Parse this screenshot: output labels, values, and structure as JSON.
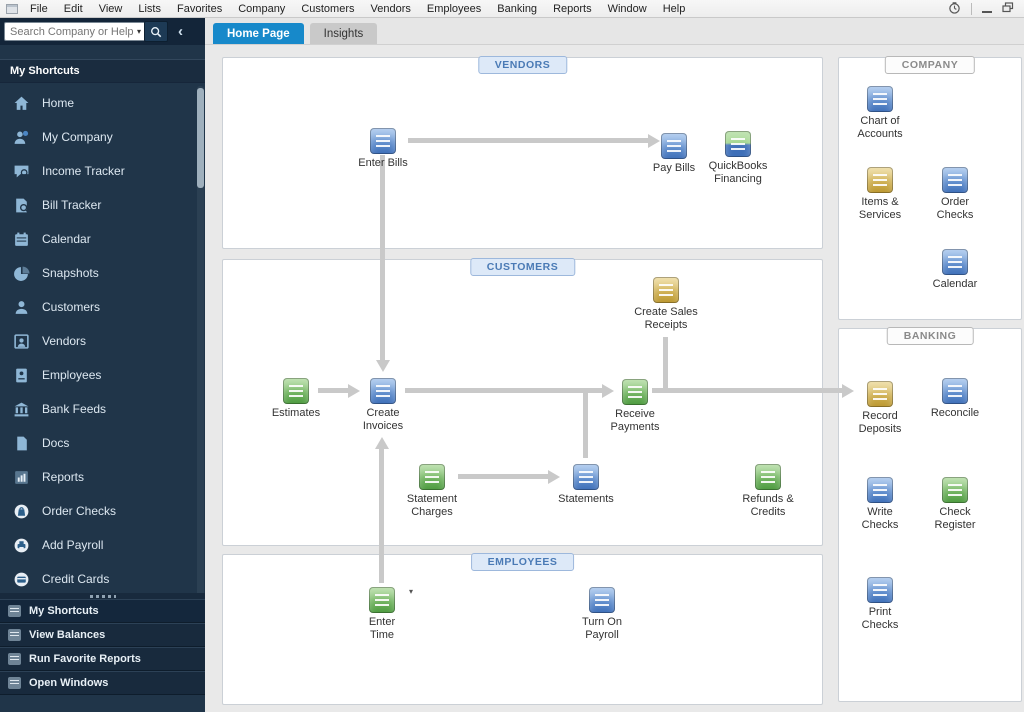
{
  "menu": {
    "items": [
      "File",
      "Edit",
      "View",
      "Lists",
      "Favorites",
      "Company",
      "Customers",
      "Vendors",
      "Employees",
      "Banking",
      "Reports",
      "Window",
      "Help"
    ]
  },
  "search": {
    "placeholder": "Search Company or Help"
  },
  "tabs": {
    "home_page": "Home Page",
    "insights": "Insights"
  },
  "sidebar": {
    "header": "My Shortcuts",
    "items": [
      {
        "label": "Home",
        "icon": "home-icon"
      },
      {
        "label": "My Company",
        "icon": "my-company-icon"
      },
      {
        "label": "Income Tracker",
        "icon": "income-tracker-icon"
      },
      {
        "label": "Bill Tracker",
        "icon": "bill-tracker-icon"
      },
      {
        "label": "Calendar",
        "icon": "calendar-icon"
      },
      {
        "label": "Snapshots",
        "icon": "snapshots-icon"
      },
      {
        "label": "Customers",
        "icon": "customers-icon"
      },
      {
        "label": "Vendors",
        "icon": "vendors-icon"
      },
      {
        "label": "Employees",
        "icon": "employees-icon"
      },
      {
        "label": "Bank Feeds",
        "icon": "bank-feeds-icon"
      },
      {
        "label": "Docs",
        "icon": "docs-icon"
      },
      {
        "label": "Reports",
        "icon": "reports-icon"
      },
      {
        "label": "Order Checks",
        "icon": "order-checks-icon"
      },
      {
        "label": "Add Payroll",
        "icon": "add-payroll-icon"
      },
      {
        "label": "Credit Cards",
        "icon": "credit-cards-icon"
      }
    ],
    "bottom_items": [
      {
        "label": "My Shortcuts",
        "icon": "my-shortcuts-icon"
      },
      {
        "label": "View Balances",
        "icon": "view-balances-icon"
      },
      {
        "label": "Run Favorite Reports",
        "icon": "run-favorite-reports-icon"
      },
      {
        "label": "Open Windows",
        "icon": "open-windows-icon"
      }
    ]
  },
  "workflow": {
    "vendors": {
      "label": "VENDORS",
      "items": [
        {
          "label": "Enter Bills",
          "icon": "enter-bills-icon"
        },
        {
          "label": "Pay Bills",
          "icon": "pay-bills-icon"
        },
        {
          "label": "QuickBooks Financing",
          "icon": "quickbooks-financing-icon"
        }
      ]
    },
    "customers": {
      "label": "CUSTOMERS",
      "items": [
        {
          "label": "Create Sales Receipts",
          "icon": "create-sales-receipts-icon"
        },
        {
          "label": "Estimates",
          "icon": "estimates-icon"
        },
        {
          "label": "Create Invoices",
          "icon": "create-invoices-icon"
        },
        {
          "label": "Receive Payments",
          "icon": "receive-payments-icon"
        },
        {
          "label": "Statement Charges",
          "icon": "statement-charges-icon"
        },
        {
          "label": "Statements",
          "icon": "statements-icon"
        },
        {
          "label": "Refunds & Credits",
          "icon": "refunds-credits-icon"
        }
      ]
    },
    "employees": {
      "label": "EMPLOYEES",
      "items": [
        {
          "label": "Enter Time",
          "icon": "enter-time-icon"
        },
        {
          "label": "Turn On Payroll",
          "icon": "turn-on-payroll-icon"
        }
      ]
    },
    "company": {
      "label": "COMPANY",
      "items": [
        {
          "label": "Chart of Accounts",
          "icon": "chart-of-accounts-icon"
        },
        {
          "label": "Items & Services",
          "icon": "items-services-icon"
        },
        {
          "label": "Order Checks",
          "icon": "order-checks-icon"
        },
        {
          "label": "Calendar",
          "icon": "calendar-icon"
        }
      ]
    },
    "banking": {
      "label": "BANKING",
      "items": [
        {
          "label": "Record Deposits",
          "icon": "record-deposits-icon"
        },
        {
          "label": "Reconcile",
          "icon": "reconcile-icon"
        },
        {
          "label": "Write Checks",
          "icon": "write-checks-icon"
        },
        {
          "label": "Check Register",
          "icon": "check-register-icon"
        },
        {
          "label": "Print Checks",
          "icon": "print-checks-icon"
        }
      ]
    }
  },
  "colors": {
    "sidebar_bg": "#203549",
    "search_bg": "#132539",
    "active_tab_bg": "#1789ca",
    "section_pill_blue": "#4a7ab5",
    "flow_line": "#c9c9c9",
    "panel_bg": "#ffffff",
    "main_bg": "#e9e9e9"
  }
}
